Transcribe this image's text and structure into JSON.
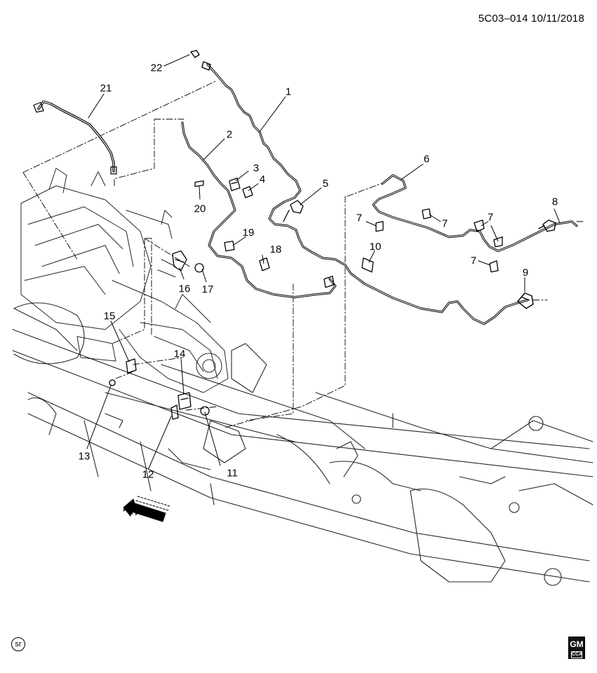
{
  "header": {
    "diagram_id": "5C03–014",
    "date": "10/11/2018"
  },
  "callouts": [
    {
      "id": "1",
      "label": "1"
    },
    {
      "id": "2",
      "label": "2"
    },
    {
      "id": "3",
      "label": "3"
    },
    {
      "id": "4",
      "label": "4"
    },
    {
      "id": "5",
      "label": "5"
    },
    {
      "id": "6",
      "label": "6"
    },
    {
      "id": "7a",
      "label": "7"
    },
    {
      "id": "7b",
      "label": "7"
    },
    {
      "id": "7c",
      "label": "7"
    },
    {
      "id": "7d",
      "label": "7"
    },
    {
      "id": "8",
      "label": "8"
    },
    {
      "id": "9",
      "label": "9"
    },
    {
      "id": "10",
      "label": "10"
    },
    {
      "id": "11",
      "label": "11"
    },
    {
      "id": "12",
      "label": "12"
    },
    {
      "id": "13",
      "label": "13"
    },
    {
      "id": "14",
      "label": "14"
    },
    {
      "id": "15",
      "label": "15"
    },
    {
      "id": "16",
      "label": "16"
    },
    {
      "id": "17",
      "label": "17"
    },
    {
      "id": "18",
      "label": "18"
    },
    {
      "id": "19",
      "label": "19"
    },
    {
      "id": "20",
      "label": "20"
    },
    {
      "id": "21",
      "label": "21"
    },
    {
      "id": "22",
      "label": "22"
    }
  ],
  "direction_indicator": {
    "label": "FRT",
    "icon": "front-arrow-icon"
  },
  "footer": {
    "sr_label": "sr",
    "brand_top": "GM",
    "brand_bottom": "CCA"
  }
}
